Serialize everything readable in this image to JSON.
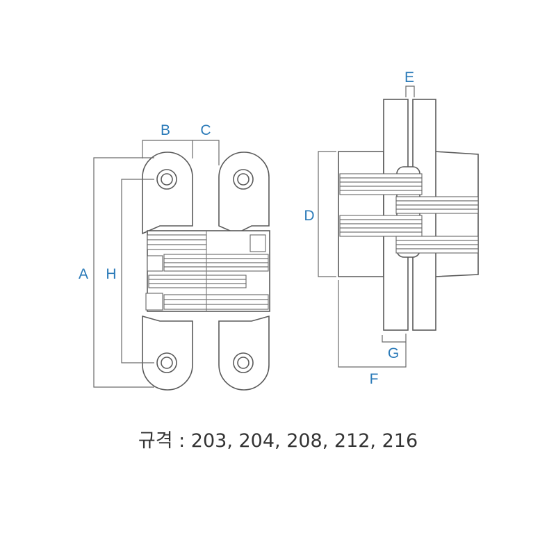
{
  "dimension_labels": {
    "A": "A",
    "B": "B",
    "C": "C",
    "D": "D",
    "E": "E",
    "F": "F",
    "G": "G",
    "H": "H"
  },
  "caption": "규격 : 203, 204, 208, 212, 216",
  "colors": {
    "label": "#2a7ab8",
    "line": "#5a5a5a",
    "caption": "#333333"
  }
}
